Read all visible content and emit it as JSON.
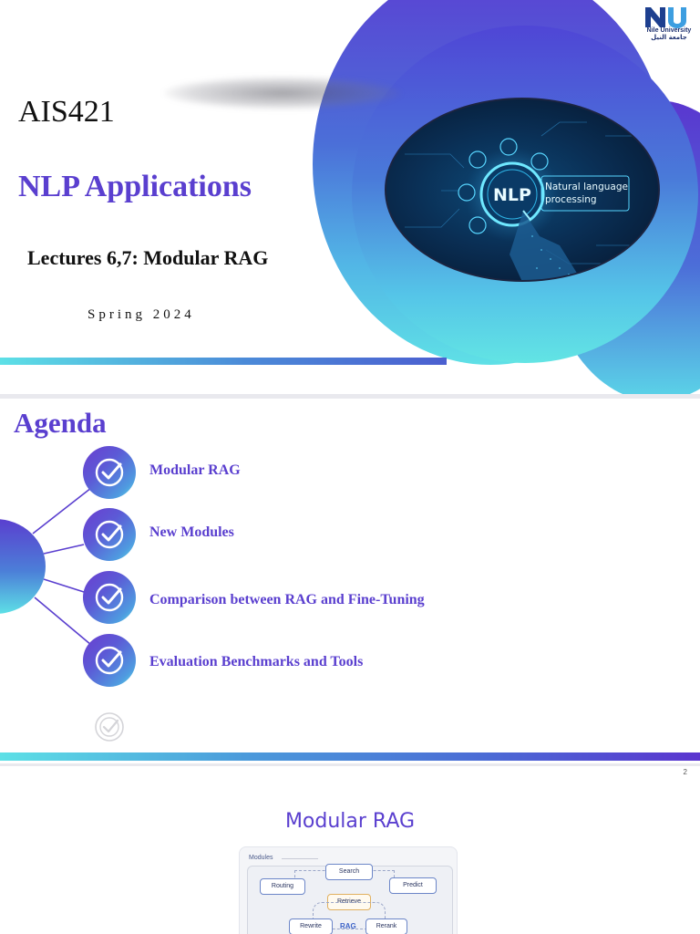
{
  "slide1": {
    "logo": {
      "name": "Nile University",
      "name_ar": "جامعة النيل",
      "mark": "NU"
    },
    "course_code": "AIS421",
    "course_title": "NLP Applications",
    "lecture": "Lectures 6,7: Modular RAG",
    "term": "Spring 2024",
    "image": {
      "badge": "NLP",
      "caption_line1": "Natural language",
      "caption_line2": "processing"
    },
    "colors": {
      "accent": "#5a3fcf",
      "gradient_top": "#5a36cf",
      "gradient_bottom": "#5de0e6"
    }
  },
  "slide2": {
    "title": "Agenda",
    "items": [
      {
        "label": "Modular RAG"
      },
      {
        "label": "New Modules"
      },
      {
        "label": "Comparison between RAG and Fine-Tuning"
      },
      {
        "label": "Evaluation Benchmarks and Tools"
      }
    ],
    "page_number": "2"
  },
  "slide3": {
    "title": "Modular RAG",
    "diagram": {
      "legend": "Modules",
      "nodes": [
        "Search",
        "Routing",
        "Predict",
        "Retrieve",
        "Rewrite",
        "RAG",
        "Rerank"
      ]
    }
  }
}
